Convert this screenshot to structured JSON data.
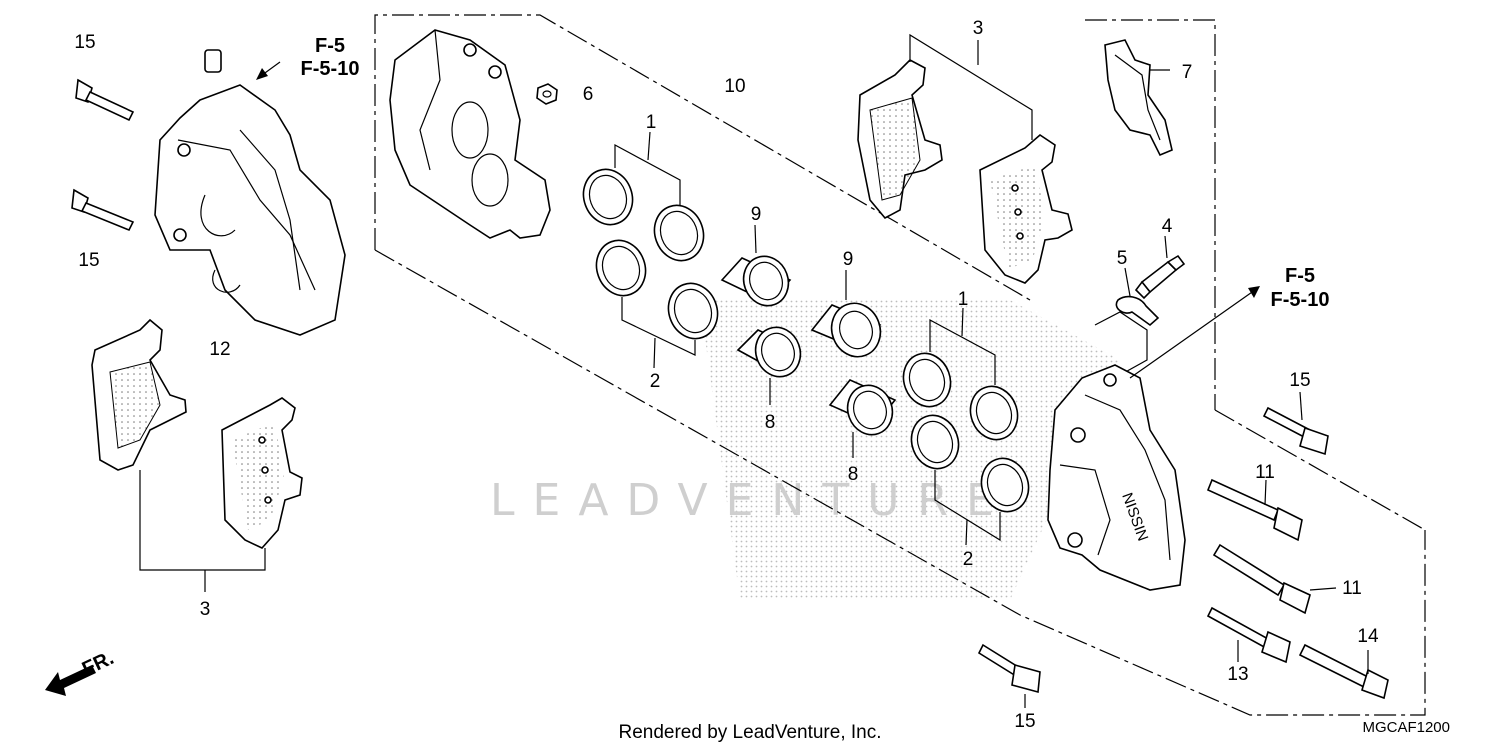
{
  "diagram": {
    "part_labels": {
      "bolt_15_a": "15",
      "bolt_15_b": "15",
      "bolt_15_c": "15",
      "bolt_15_d": "15",
      "caliper_left": "12",
      "pads_left": "3",
      "nut_6": "6",
      "caliper_body": "10",
      "seal_1_a": "1",
      "seal_2_a": "2",
      "piston_9_a": "9",
      "piston_9_b": "9",
      "piston_8_a": "8",
      "piston_8_b": "8",
      "seal_1_b": "1",
      "seal_2_b": "2",
      "pads_right": "3",
      "spring_7": "7",
      "bleeder_4": "4",
      "cap_5": "5",
      "pin_11_a": "11",
      "pin_11_b": "11",
      "bolt_13": "13",
      "bolt_14": "14"
    },
    "refs": {
      "left_line1": "F-5",
      "left_line2": "F-5-10",
      "right_line1": "F-5",
      "right_line2": "F-5-10"
    },
    "direction_label": "FR.",
    "caliper_brand": "NISSIN",
    "watermark": "LEADVENTURE",
    "rendered_by": "Rendered by LeadVenture, Inc.",
    "diagram_code": "MGCAF1200"
  }
}
